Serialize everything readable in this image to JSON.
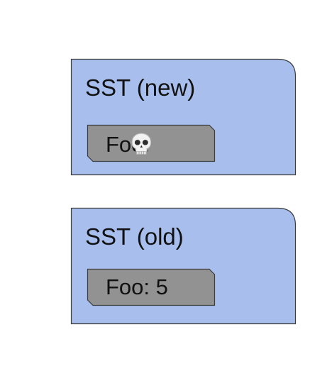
{
  "colors": {
    "card_fill": "#a8bfee",
    "card_stroke": "#3c3c3c",
    "pill_fill": "#929292",
    "pill_stroke": "#3c3c3c"
  },
  "cards": [
    {
      "title": "SST (new)",
      "field_label": "Foo:",
      "field_value": "",
      "field_value_icon": "skull-icon"
    },
    {
      "title": "SST (old)",
      "field_label": "Foo:",
      "field_value": "5"
    }
  ]
}
